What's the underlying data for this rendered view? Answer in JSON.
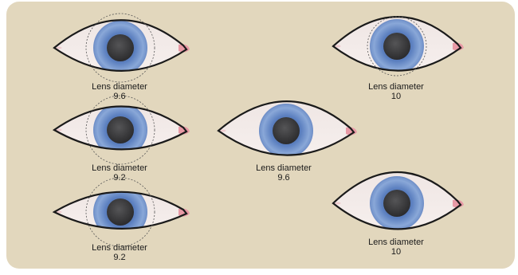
{
  "colors": {
    "background": "#e2d7bd",
    "sclera": "#f1e9e6",
    "iris_outer": "#7e9ed2",
    "iris_inner": "#4b6fad",
    "pupil": "#3a3a3c",
    "outline": "#1a1a1a",
    "tear_duct": "#e89aa6"
  },
  "eyes": [
    {
      "label": "Lens diameter",
      "value": "9.6",
      "lens_ring": "large"
    },
    {
      "label": "Lens diameter",
      "value": "9.2",
      "lens_ring": "large"
    },
    {
      "label": "Lens diameter",
      "value": "9.2",
      "lens_ring": "large"
    },
    {
      "label": "Lens diameter",
      "value": "9.6",
      "lens_ring": "none"
    },
    {
      "label": "Lens diameter",
      "value": "10",
      "lens_ring": "small"
    },
    {
      "label": "Lens diameter",
      "value": "10",
      "lens_ring": "none"
    }
  ]
}
